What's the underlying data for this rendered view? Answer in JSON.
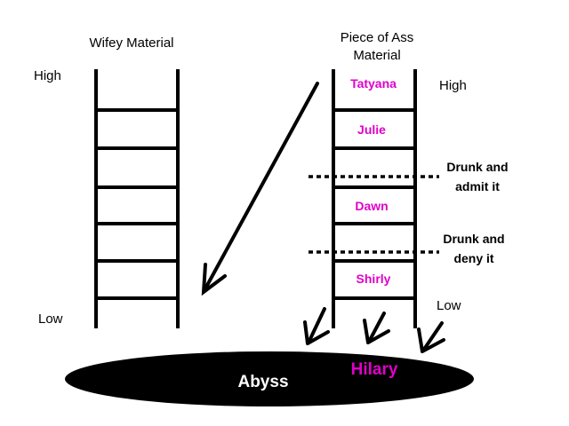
{
  "colors": {
    "line": "#000000",
    "name_accent": "#e000c8",
    "abyss_fill": "#000000",
    "abyss_text": "#ffffff"
  },
  "left_ladder": {
    "title": "Wifey Material",
    "high_label": "High",
    "low_label": "Low"
  },
  "right_ladder": {
    "title_line1": "Piece of Ass",
    "title_line2": "Material",
    "high_label": "High",
    "low_label": "Low",
    "names": [
      "Tatyana",
      "Julie",
      "Dawn",
      "Shirly"
    ]
  },
  "thresholds": {
    "upper_line1": "Drunk and",
    "upper_line2": "admit it",
    "lower_line1": "Drunk and",
    "lower_line2": "deny it"
  },
  "abyss": {
    "label": "Abyss",
    "name": "Hilary"
  }
}
